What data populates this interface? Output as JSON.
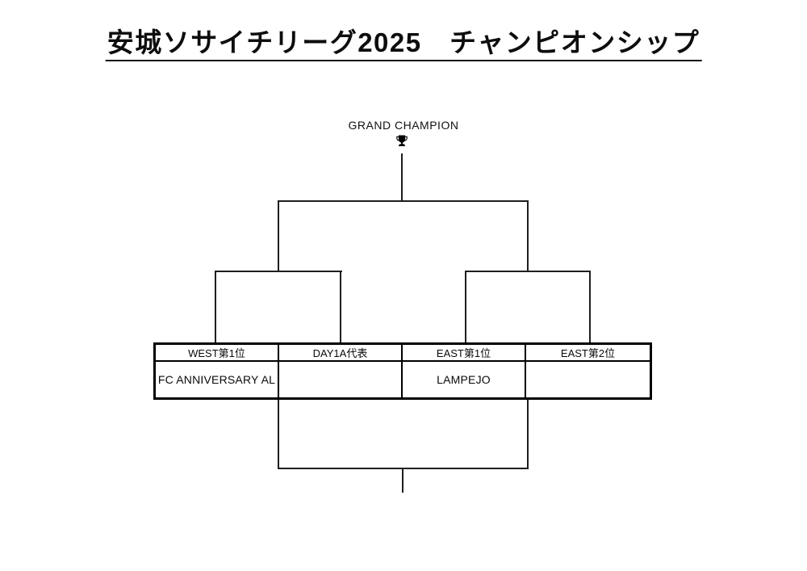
{
  "page": {
    "title": "安城ソサイチリーグ2025　チャンピオンシップ",
    "background_color": "#ffffff",
    "line_color": "#1e1e1e",
    "border_color": "#000000"
  },
  "champion": {
    "label": "GRAND CHAMPION",
    "icon": "trophy-icon"
  },
  "bracket": {
    "columns": [
      {
        "header": "WEST第1位",
        "team": "FC ANNIVERSARY AL"
      },
      {
        "header": "DAY1A代表",
        "team": ""
      },
      {
        "header": "EAST第1位",
        "team": "LAMPEJO"
      },
      {
        "header": "EAST第2位",
        "team": ""
      }
    ]
  }
}
